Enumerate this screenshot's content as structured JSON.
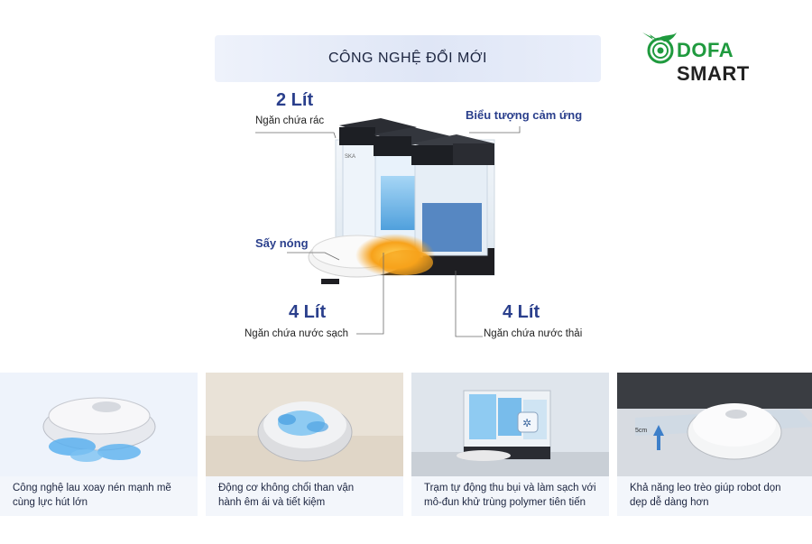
{
  "banner_title": "CÔNG NGHỆ ĐỔI MỚI",
  "logo": {
    "brand_part1": "DOFA",
    "brand_part2": " SMART"
  },
  "callouts": {
    "trash_capacity": "2 Lít",
    "trash_label": "Ngăn chứa rác",
    "touch_icon": "Biểu tượng cảm ứng",
    "heat_dry": "Sấy nóng",
    "clean_capacity": "4 Lít",
    "clean_label": "Ngăn chứa nước sạch",
    "waste_capacity": "4 Lít",
    "waste_label": "Ngăn chứa nước thải"
  },
  "features": [
    {
      "line1": "Công nghệ lau xoay nén mạnh mẽ",
      "line2": "cùng lực hút lớn"
    },
    {
      "line1": "Động cơ không chổi than vận",
      "line2": "hành êm ái và tiết kiệm"
    },
    {
      "line1": "Trạm tự động thu bụi và làm sạch với",
      "line2": "mô-đun khử trùng polymer tiên tiến"
    },
    {
      "line1": "Khả năng leo trèo giúp robot dọn",
      "line2": "dẹp dễ dàng hơn"
    }
  ],
  "climb_height": "5cm",
  "colors": {
    "brand_green": "#1f9a3e",
    "label_blue": "#2a3f8c",
    "heat_orange": "#f7a21b",
    "water_blue": "#4aa8e6"
  }
}
